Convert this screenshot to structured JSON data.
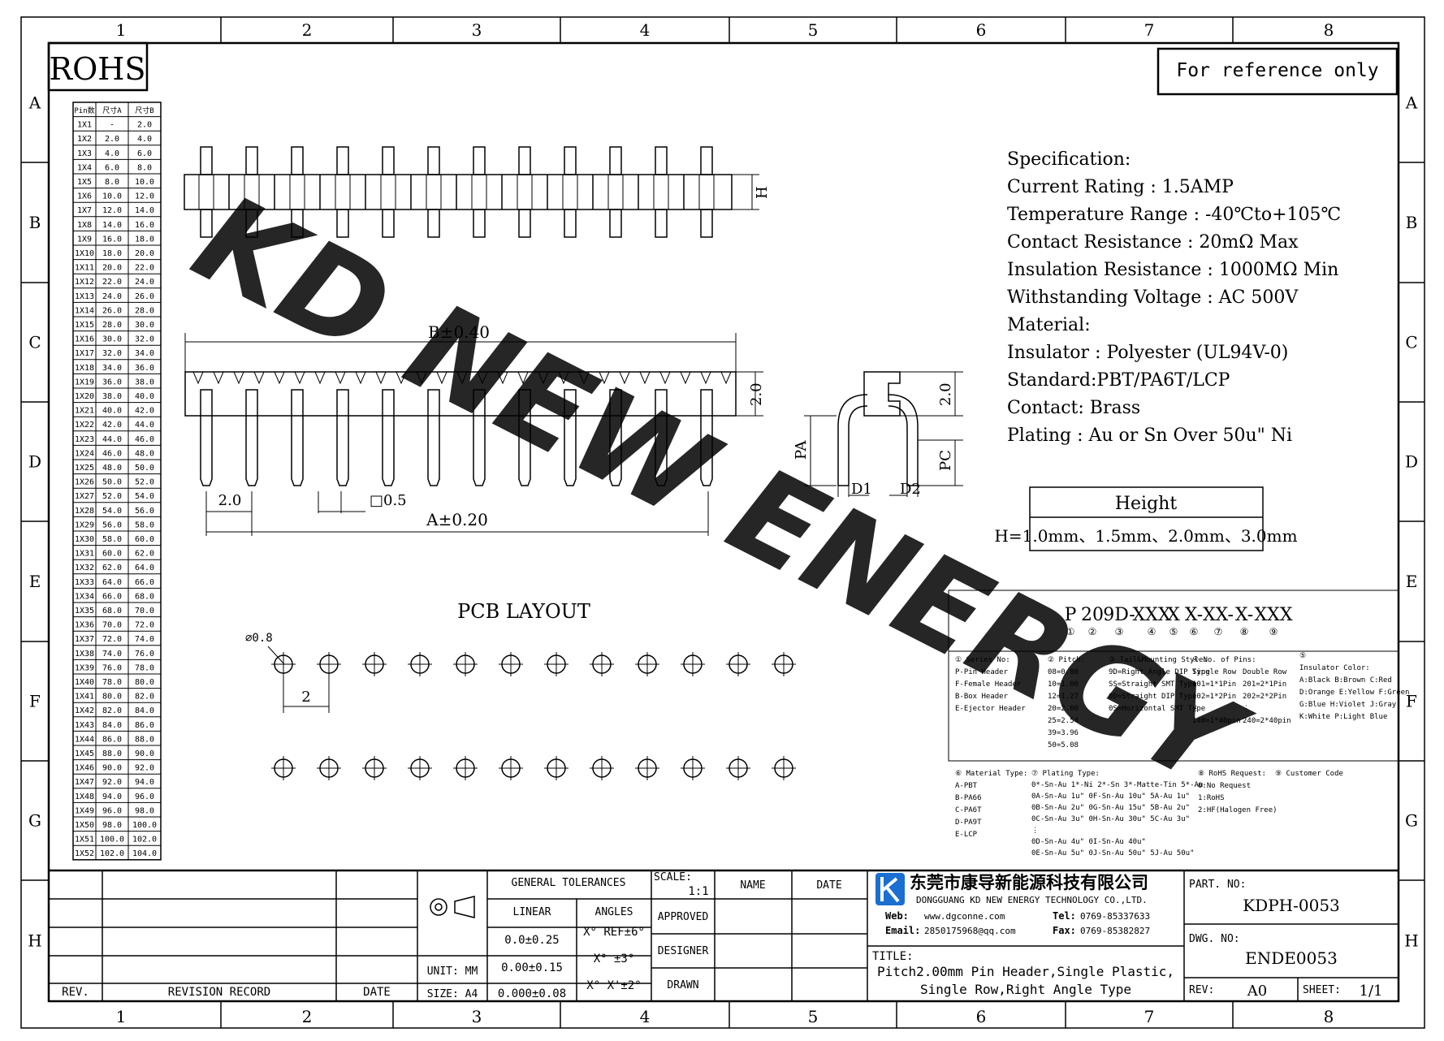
{
  "frame": {
    "col_labels": [
      "1",
      "2",
      "3",
      "4",
      "5",
      "6",
      "7",
      "8"
    ],
    "row_labels": [
      "A",
      "B",
      "C",
      "D",
      "E",
      "F",
      "G",
      "H"
    ]
  },
  "rohs": "ROHS",
  "reference": "For reference only",
  "watermark": "KD NEW ENERGY",
  "pin_table": {
    "headers": [
      "Pin数",
      "尺寸A",
      "尺寸B"
    ],
    "rows": [
      [
        "1X1",
        "-",
        "2.0"
      ],
      [
        "1X2",
        "2.0",
        "4.0"
      ],
      [
        "1X3",
        "4.0",
        "6.0"
      ],
      [
        "1X4",
        "6.0",
        "8.0"
      ],
      [
        "1X5",
        "8.0",
        "10.0"
      ],
      [
        "1X6",
        "10.0",
        "12.0"
      ],
      [
        "1X7",
        "12.0",
        "14.0"
      ],
      [
        "1X8",
        "14.0",
        "16.0"
      ],
      [
        "1X9",
        "16.0",
        "18.0"
      ],
      [
        "1X10",
        "18.0",
        "20.0"
      ],
      [
        "1X11",
        "20.0",
        "22.0"
      ],
      [
        "1X12",
        "22.0",
        "24.0"
      ],
      [
        "1X13",
        "24.0",
        "26.0"
      ],
      [
        "1X14",
        "26.0",
        "28.0"
      ],
      [
        "1X15",
        "28.0",
        "30.0"
      ],
      [
        "1X16",
        "30.0",
        "32.0"
      ],
      [
        "1X17",
        "32.0",
        "34.0"
      ],
      [
        "1X18",
        "34.0",
        "36.0"
      ],
      [
        "1X19",
        "36.0",
        "38.0"
      ],
      [
        "1X20",
        "38.0",
        "40.0"
      ],
      [
        "1X21",
        "40.0",
        "42.0"
      ],
      [
        "1X22",
        "42.0",
        "44.0"
      ],
      [
        "1X23",
        "44.0",
        "46.0"
      ],
      [
        "1X24",
        "46.0",
        "48.0"
      ],
      [
        "1X25",
        "48.0",
        "50.0"
      ],
      [
        "1X26",
        "50.0",
        "52.0"
      ],
      [
        "1X27",
        "52.0",
        "54.0"
      ],
      [
        "1X28",
        "54.0",
        "56.0"
      ],
      [
        "1X29",
        "56.0",
        "58.0"
      ],
      [
        "1X30",
        "58.0",
        "60.0"
      ],
      [
        "1X31",
        "60.0",
        "62.0"
      ],
      [
        "1X32",
        "62.0",
        "64.0"
      ],
      [
        "1X33",
        "64.0",
        "66.0"
      ],
      [
        "1X34",
        "66.0",
        "68.0"
      ],
      [
        "1X35",
        "68.0",
        "70.0"
      ],
      [
        "1X36",
        "70.0",
        "72.0"
      ],
      [
        "1X37",
        "72.0",
        "74.0"
      ],
      [
        "1X38",
        "74.0",
        "76.0"
      ],
      [
        "1X39",
        "76.0",
        "78.0"
      ],
      [
        "1X40",
        "78.0",
        "80.0"
      ],
      [
        "1X41",
        "80.0",
        "82.0"
      ],
      [
        "1X42",
        "82.0",
        "84.0"
      ],
      [
        "1X43",
        "84.0",
        "86.0"
      ],
      [
        "1X44",
        "86.0",
        "88.0"
      ],
      [
        "1X45",
        "88.0",
        "90.0"
      ],
      [
        "1X46",
        "90.0",
        "92.0"
      ],
      [
        "1X47",
        "92.0",
        "94.0"
      ],
      [
        "1X48",
        "94.0",
        "96.0"
      ],
      [
        "1X49",
        "96.0",
        "98.0"
      ],
      [
        "1X50",
        "98.0",
        "100.0"
      ],
      [
        "1X51",
        "100.0",
        "102.0"
      ],
      [
        "1X52",
        "102.0",
        "104.0"
      ]
    ]
  },
  "dims": {
    "h": "H",
    "b": "B±0.40",
    "two": "2.0",
    "pitch": "2.0",
    "sq": "□0.5",
    "a": "A±0.20",
    "pa": "PA",
    "pc": "PC",
    "d1": "D1",
    "d2": "D2"
  },
  "specs": [
    "Specification:",
    "Current Rating : 1.5AMP",
    "Temperature Range : -40℃to+105℃",
    "Contact Resistance : 20mΩ Max",
    "Insulation Resistance : 1000MΩ Min",
    "Withstanding Voltage : AC 500V",
    "Material:",
    "  Insulator : Polyester (UL94V-0)",
    "           Standard:PBT/PA6T/LCP",
    "  Contact: Brass",
    "Plating : Au or Sn Over 50u\" Ni"
  ],
  "height_box": {
    "title": "Height",
    "value": "H=1.0mm、1.5mm、2.0mm、3.0mm"
  },
  "pcb": {
    "title": "PCB LAYOUT",
    "hole": "⌀0.8",
    "pitch": "2"
  },
  "part_code": {
    "segments": [
      "P",
      "20",
      "9D-",
      "XXX",
      "X",
      "X-",
      "XX-",
      "X-",
      "XXX"
    ],
    "circles": [
      "①",
      "②",
      "③",
      "④",
      "⑤",
      "⑥",
      "⑦",
      "⑧",
      "⑨"
    ],
    "col1": [
      "① Series No:",
      "P-Pin Header",
      "F-Female Header",
      "B-Box Header",
      "E-Ejector Header"
    ],
    "col2": [
      "② Pitch:",
      "08=0.80",
      "10=1.00",
      "12=1.27",
      "20=2.00",
      "25=2.54",
      "39=3.96",
      "50=5.08"
    ],
    "col3": [
      "③ Tail&Mounting Style:",
      "9D=Right Angle DIP Type",
      "SS=Straight SMT Type",
      "0D=Straight DIP Type",
      "0S=Horizontal SMT Type"
    ],
    "col4": [
      "④ No. of Pins:",
      "Single Row",
      "101=1*1Pin",
      "102=1*2Pin",
      "⋮",
      "140=1*40pin"
    ],
    "col4b": [
      "",
      "Double Row",
      "201=2*1Pin",
      "202=2*2Pin",
      "⋮",
      "240=2*40pin"
    ],
    "col5": [
      "⑤",
      "Insulator Color:",
      "A:Black  B:Brown  C:Red",
      "D:Orange E:Yellow F:Green",
      "G:Blue   H:Violet J:Gray",
      "K:White  P:Light Blue"
    ],
    "col6": [
      "⑥ Material Type:",
      "A-PBT",
      "B-PA66",
      "C-PA6T",
      "D-PA9T",
      "E-LCP"
    ],
    "col7": [
      "⑦ Plating Type:",
      "0*-Sn-Au 1*-Ni 2*-Sn 3*-Matte-Tin 5*-Au",
      "0A-Sn-Au 1u\" 0F-Sn-Au 10u\" 5A-Au 1u\"",
      "0B-Sn-Au 2u\" 0G-Sn-Au 15u\" 5B-Au 2u\"",
      "0C-Sn-Au 3u\" 0H-Sn-Au 30u\" 5C-Au 3u\"",
      "⋮",
      "0D-Sn-Au 4u\" 0I-Sn-Au 40u\"",
      "0E-Sn-Au 5u\" 0J-Sn-Au 50u\" 5J-Au 50u\""
    ],
    "col8": [
      "⑧ RoHS Request:",
      "0:No Request",
      "1:RoHS",
      "2:HF(Halogen Free)"
    ],
    "col9": [
      "⑨ Customer Code"
    ]
  },
  "title_block": {
    "rev": "REV.",
    "revision_record": "REVISION RECORD",
    "date": "DATE",
    "general_tolerances": "GENERAL TOLERANCES",
    "linear": "LINEAR",
    "angles": "ANGLES",
    "lin1": "0.0±0.25",
    "ang1": "X° REF±6°",
    "lin2": "0.00±0.15",
    "ang2": "X° ±3°",
    "lin3": "0.000±0.08",
    "ang3": "X° X'±2°",
    "unit": "UNIT: MM",
    "size": "SIZE: A4",
    "scale_label": "SCALE:",
    "scale_value": "1:1",
    "name": "NAME",
    "date2": "DATE",
    "approved": "APPROVED",
    "designer": "DESIGNER",
    "drawn": "DRAWN",
    "company_cn": "东莞市康导新能源科技有限公司",
    "company_en": "DONGGUANG KD NEW ENERGY TECHNOLOGY CO.,LTD.",
    "web_label": "Web:",
    "web": "www.dgconne.com",
    "tel_label": "Tel:",
    "tel": "0769-85337633",
    "email_label": "Email:",
    "email": "2850175968@qq.com",
    "fax_label": "Fax:",
    "fax": "0769-85382827",
    "title_label": "TITLE:",
    "title1": "Pitch2.00mm Pin Header,Single Plastic,",
    "title2": "Single Row,Right Angle Type",
    "part_no_label": "PART. NO:",
    "part_no": "KDPH-0053",
    "dwg_no_label": "DWG. NO:",
    "dwg_no": "ENDE0053",
    "rev_label": "REV:",
    "rev_value": "A0",
    "sheet_label": "SHEET:",
    "sheet_value": "1/1"
  },
  "colors": {
    "watermark": "#2ee8ee",
    "logo": "#1a6fd1"
  }
}
